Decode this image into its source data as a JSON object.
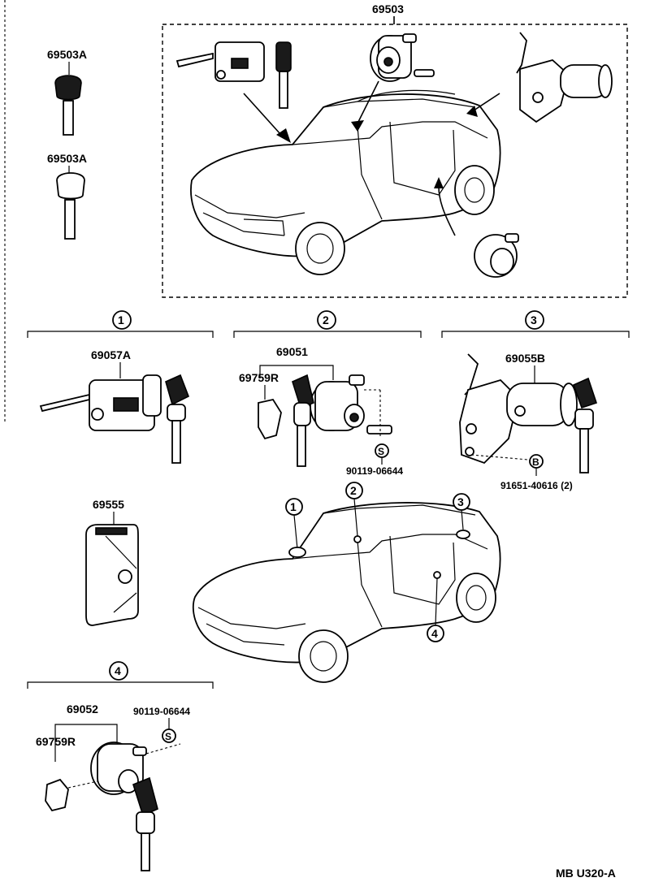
{
  "labels": {
    "lock_set": "69503",
    "key_top": "69503A",
    "key_bottom": "69503A",
    "ignition_cyl": "69057A",
    "door_cyl": "69051",
    "door_clip": "69759R",
    "door_screw": "90119-06644",
    "hatch_cyl": "69055B",
    "hatch_bolt": "91651-40616 (2)",
    "key_plate": "69555",
    "lh_door_cyl": "69052",
    "lh_door_clip": "69759R",
    "lh_door_screw": "90119-06644",
    "footer": "MB  U320-A"
  },
  "markers": {
    "sec1": "1",
    "sec2": "2",
    "sec3": "3",
    "sec4": "4",
    "car1": "1",
    "car2": "2",
    "car3": "3",
    "car4": "4",
    "s1": "S",
    "s2": "S",
    "b1": "B"
  }
}
